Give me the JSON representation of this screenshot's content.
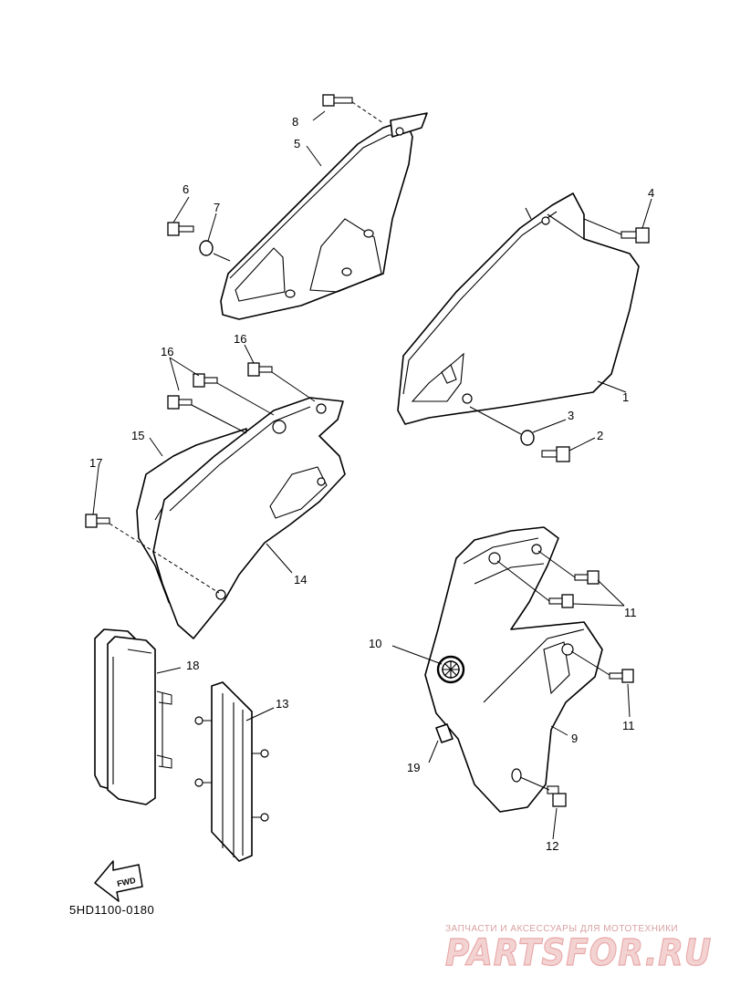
{
  "callouts": [
    "1",
    "2",
    "3",
    "4",
    "5",
    "6",
    "7",
    "8",
    "9",
    "10",
    "11",
    "11",
    "12",
    "13",
    "14",
    "15",
    "16",
    "16",
    "17",
    "18",
    "19"
  ],
  "fwd_label": "FWD",
  "diagram_code": "5HD1100-0180",
  "watermark": {
    "tagline": "ЗАПЧАСТИ И АКСЕССУАРЫ ДЛЯ МОТОТЕХНИКИ",
    "brand": "PARTSFOR.RU",
    "color": "#e9a8a8"
  }
}
